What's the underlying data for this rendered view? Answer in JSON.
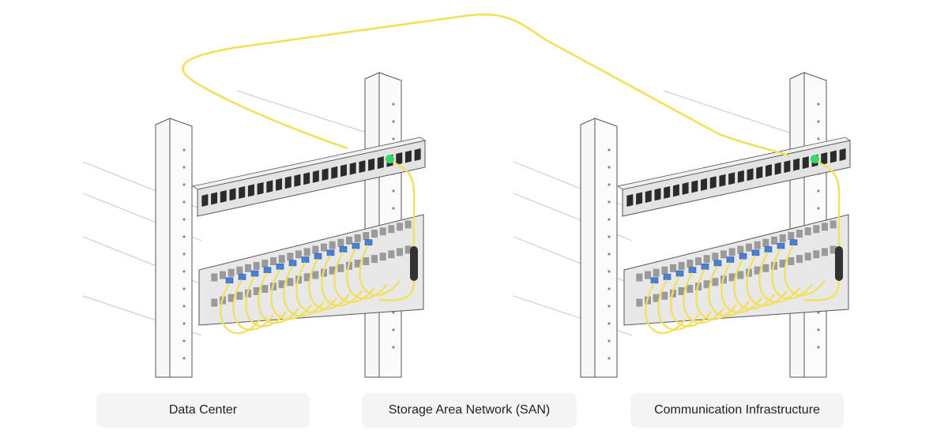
{
  "labels": {
    "left": "Data Center",
    "middle": "Storage Area Network (SAN)",
    "right": "Communication Infrastructure"
  },
  "colors": {
    "fiber": "#f2df5a",
    "fiber_dark": "#d8c23a",
    "post": "#f7f7f7",
    "outline": "#555555",
    "panel": "#e3e3e3",
    "port": "#2b2b2b",
    "led": "#36d66b",
    "module": "#4a7fd6",
    "caption_bg": "#f4f4f4"
  },
  "rack": {
    "patch_panel_port_count": 24,
    "switch_port_count": 24,
    "patch_cord_count": 12
  }
}
